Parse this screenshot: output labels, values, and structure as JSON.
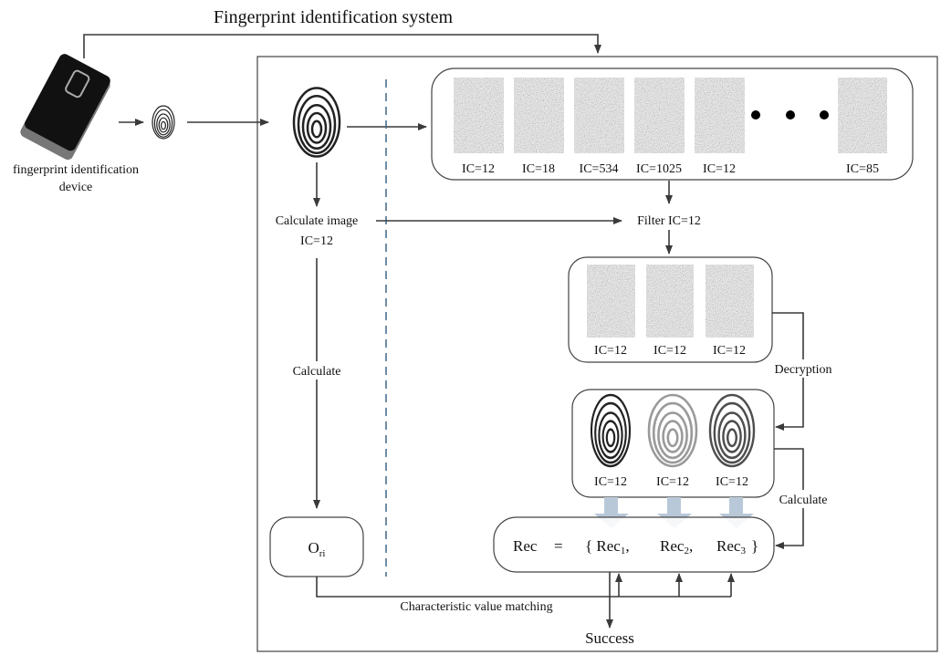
{
  "title": "Fingerprint identification system",
  "device_label": [
    "fingerprint identification",
    "device"
  ],
  "calc_image": [
    "Calculate image",
    "IC=12"
  ],
  "calculate_left": "Calculate",
  "ori": {
    "main": "O",
    "sub": "ri"
  },
  "database_labels": [
    "IC=12",
    "IC=18",
    "IC=534",
    "IC=1025",
    "IC=12",
    "IC=85"
  ],
  "filter": "Filter IC=12",
  "filtered_labels": [
    "IC=12",
    "IC=12",
    "IC=12"
  ],
  "decryption": "Decryption",
  "decrypted_labels": [
    "IC=12",
    "IC=12",
    "IC=12"
  ],
  "calculate_right": "Calculate",
  "rec": {
    "lhs": "Rec",
    "eq": "=",
    "r1": "{ Rec",
    "r2": "Rec",
    "r3": "Rec",
    "s1": "1",
    "s2": "2",
    "s3": "3",
    "c1": ",",
    "c2": ",",
    "close": "}"
  },
  "matching": "Characteristic value matching",
  "success": "Success",
  "colors": {
    "dashed_divider": "#4a6f8f",
    "block_arrow": "#b8c8d8",
    "device": "#111111"
  }
}
